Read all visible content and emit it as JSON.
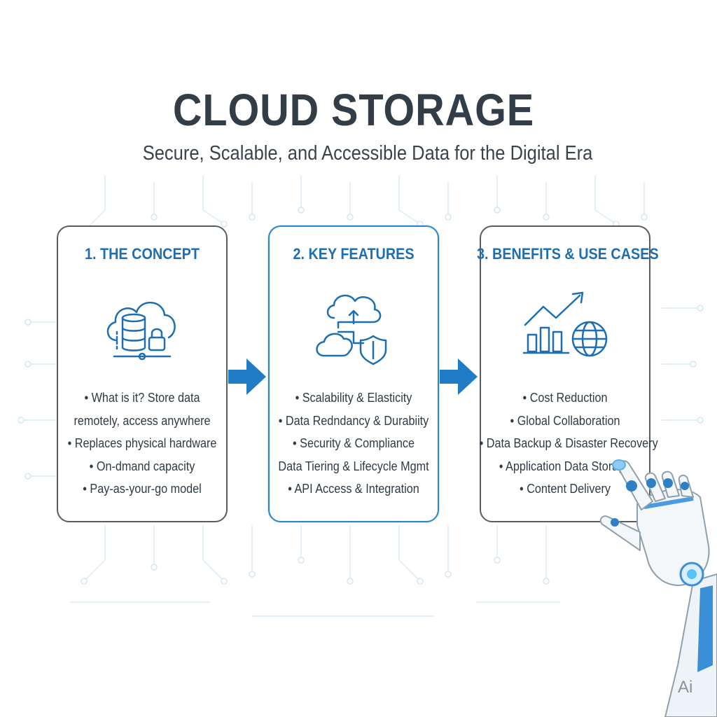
{
  "title": "CLOUD STORAGE",
  "subtitle": "Secure, Scalable, and Accessible Data for the Digital Era",
  "cards": [
    {
      "title": "1. THE CONCEPT",
      "icon": "cloud-database-lock-icon",
      "bullets": [
        "• What is it? Store data",
        "remotely, access anywhere",
        "• Replaces physical hardware",
        "• On-dmand capacity",
        "• Pay-as-your-go model"
      ]
    },
    {
      "title": "2. KEY FEATURES",
      "icon": "cloud-sync-shield-icon",
      "bullets": [
        "• Scalability & Elasticity",
        "• Data Redndancy & Durabiity",
        "• Security & Compliance",
        "Data Tiering & Lifecycle Mgmt",
        "• API Access & Integration"
      ]
    },
    {
      "title": "3. BENEFITS & USE CASES",
      "icon": "growth-chart-globe-icon",
      "bullets": [
        "• Cost Reduction",
        "• Global Collaboration",
        "• Data Backup & Disaster Recovery",
        "• Application Data Storage",
        "• Content Delivery"
      ]
    }
  ],
  "watermark": "Ai",
  "colors": {
    "accent": "#1d6fb1",
    "arrow": "#1f7cc5",
    "border": "#555c63",
    "title": "#333d47"
  }
}
